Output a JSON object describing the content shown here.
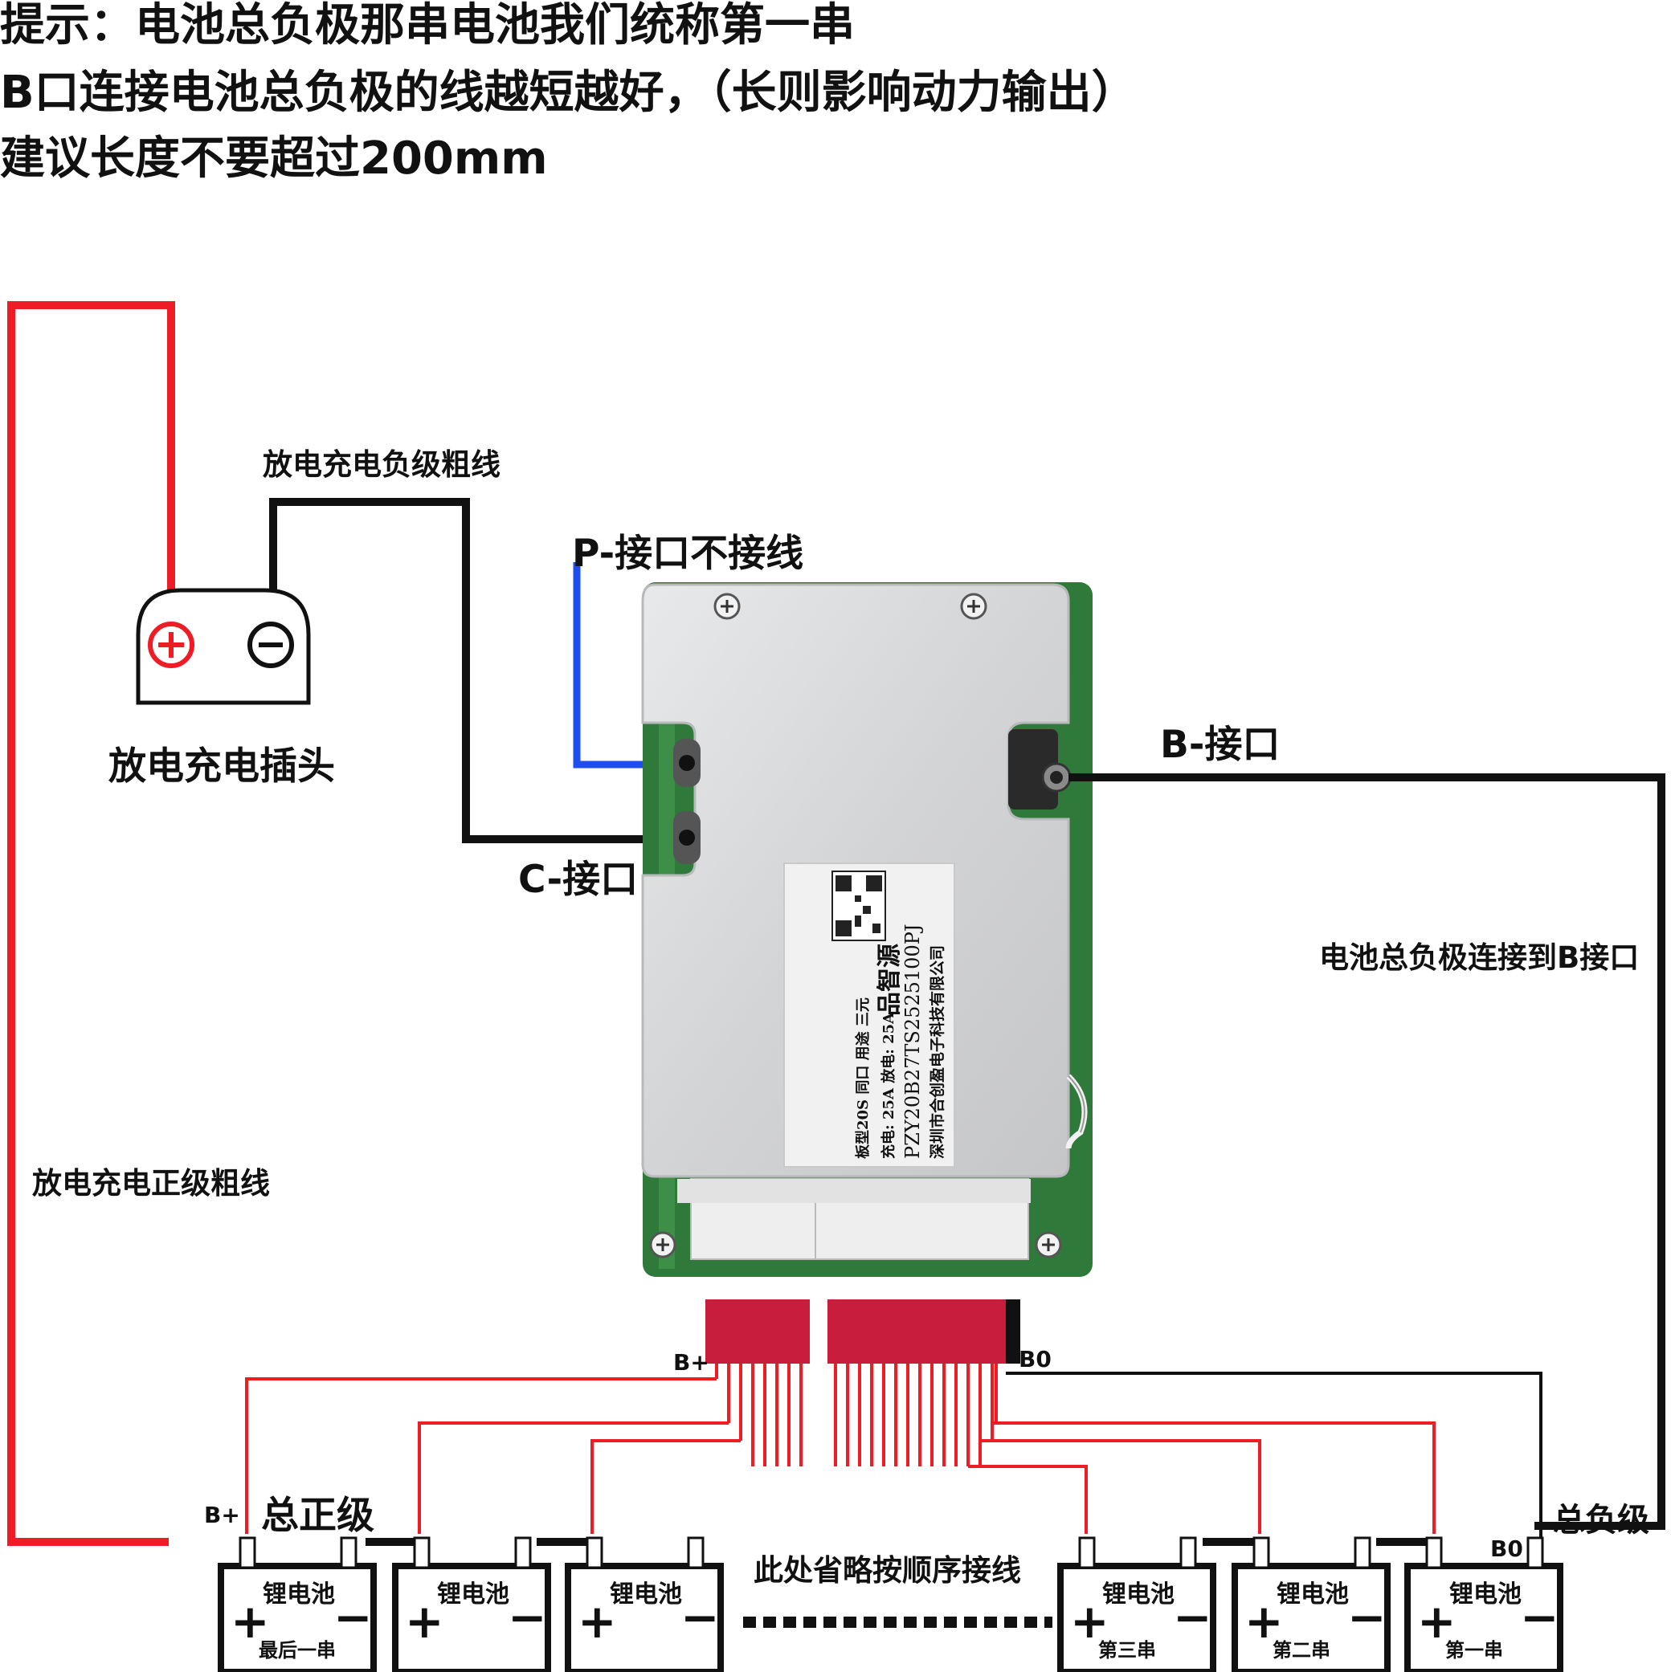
{
  "hints": [
    "提示：电池总负极那串电池我们统称第一串",
    "B口连接电池总负极的线越短越好，（长则影响动力输出）",
    "建议长度不要超过200mm"
  ],
  "labels": {
    "discharge_neg_wire": "放电充电负级粗线",
    "p_port": "P-接口不接线",
    "b_port": "B-接口",
    "c_port": "C-接口",
    "plug": "放电充电插头",
    "discharge_pos_wire": "放电充电正级粗线",
    "battery_to_b": "电池总负极连接到B接口",
    "b_plus": "B+",
    "b0": "B0",
    "total_pos": "总正级",
    "total_neg": "总负级",
    "b_plus_left": "B+",
    "b0_right": "B0",
    "omitted": "此处省略按顺序接线"
  },
  "plug": {
    "pos_symbol": "+",
    "neg_symbol": "−"
  },
  "board_sticker": {
    "brand": "品智源",
    "line1": "板型20S 同口 用途 三元",
    "line2": "充电: 25A 放电: 25A",
    "line3": "PZY20B27TS2525100PJ",
    "line4": "深圳市合创盈电子科技有限公司"
  },
  "batteries": [
    {
      "title": "锂电池",
      "plus": "+",
      "minus": "−",
      "sub": "最后一串"
    },
    {
      "title": "锂电池",
      "plus": "+",
      "minus": "−",
      "sub": ""
    },
    {
      "title": "锂电池",
      "plus": "+",
      "minus": "−",
      "sub": ""
    },
    {
      "title": "锂电池",
      "plus": "+",
      "minus": "−",
      "sub": "第三串"
    },
    {
      "title": "锂电池",
      "plus": "+",
      "minus": "−",
      "sub": "第二串"
    },
    {
      "title": "锂电池",
      "plus": "+",
      "minus": "−",
      "sub": "第一串"
    }
  ],
  "colors": {
    "red_wire": "#ee1c24",
    "black_wire": "#111111",
    "blue_wire": "#1f4ef0",
    "board": "#d6d7d9",
    "pcb_green": "#2f7a3a"
  }
}
